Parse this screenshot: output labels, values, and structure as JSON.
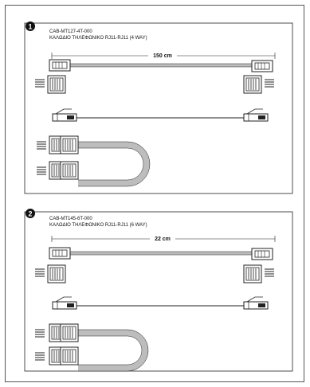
{
  "sections": [
    {
      "number": "1",
      "code": "CAB-MT127-4T-000",
      "description": "ΚΑΛΩΔΙΟ ΤΗΛΕΦΩΝΙΚΟ RJ11-RJ11 (4 WAY)",
      "length": "150 cm"
    },
    {
      "number": "2",
      "code": "CAB-MT145-6T-000",
      "description": "ΚΑΛΩΔΙΟ ΤΗΛΕΦΩΝΙΚΟ RJ11-RJ11 (6 WAY)",
      "length": "22 cm"
    }
  ],
  "colors": {
    "border": "#555555",
    "cable": "#bdbdbd",
    "ink": "#222222"
  }
}
